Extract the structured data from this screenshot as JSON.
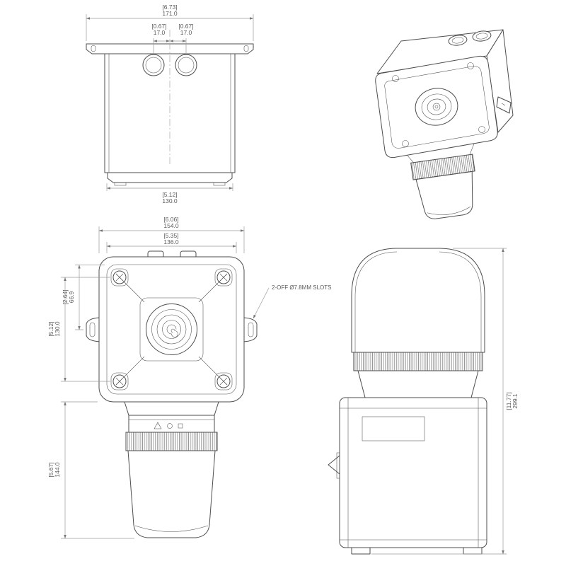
{
  "page": {
    "background": "#ffffff",
    "line_color": "#4d4d4d",
    "dim_color": "#9a9a9a",
    "text_color": "#5a5a5a"
  },
  "views": {
    "front": {
      "dims": {
        "flange_width": {
          "in": "[6.73]",
          "mm": "171.0"
        },
        "gland_left": {
          "in": "[0.67]",
          "mm": "17.0"
        },
        "gland_right": {
          "in": "[0.67]",
          "mm": "17.0"
        },
        "base_width": {
          "in": "[5.12]",
          "mm": "130.0"
        }
      }
    },
    "plan": {
      "dims": {
        "overall_width": {
          "in": "[6.06]",
          "mm": "154.0"
        },
        "inner_width": {
          "in": "[5.35]",
          "mm": "136.0"
        },
        "slot_offset": {
          "in": "[2.64]",
          "mm": "66.9"
        },
        "fixing_centres": {
          "in": "[5.12]",
          "mm": "130.0"
        },
        "body_height": {
          "in": "[5.67]",
          "mm": "144.0"
        }
      },
      "note": "2-OFF Ø7.8MM SLOTS"
    },
    "side": {
      "dims": {
        "overall_height": {
          "in": "[11.77]",
          "mm": "299.1"
        }
      }
    }
  }
}
